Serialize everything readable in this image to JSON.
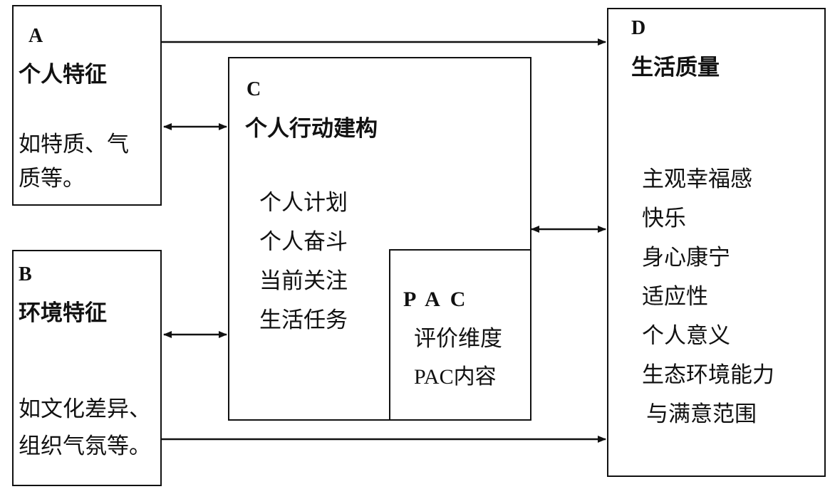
{
  "box_a": {
    "letter": "A",
    "title": "个人特征",
    "lines": [
      "如特质、气",
      "质等。"
    ]
  },
  "box_b": {
    "letter": "B",
    "title": "环境特征",
    "lines": [
      "如文化差异、",
      "组织气氛等。"
    ]
  },
  "box_c": {
    "letter": "C",
    "title": "个人行动建构",
    "items": [
      "个人计划",
      "个人奋斗",
      "当前关注",
      "生活任务"
    ]
  },
  "box_pac": {
    "title": "PAC",
    "lines": [
      "评价维度",
      "PAC内容"
    ]
  },
  "box_d": {
    "letter": "D",
    "title": "生活质量",
    "items": [
      "主观幸福感",
      "快乐",
      "身心康宁",
      "适应性",
      "个人意义",
      "生态环境能力",
      "与满意范围"
    ]
  },
  "connectors": [
    {
      "from": "A",
      "to": "D",
      "direction": "one-way"
    },
    {
      "from": "A",
      "to": "C",
      "direction": "two-way"
    },
    {
      "from": "B",
      "to": "C",
      "direction": "two-way"
    },
    {
      "from": "B",
      "to": "D",
      "direction": "one-way"
    },
    {
      "from": "C",
      "to": "D",
      "direction": "two-way"
    }
  ]
}
